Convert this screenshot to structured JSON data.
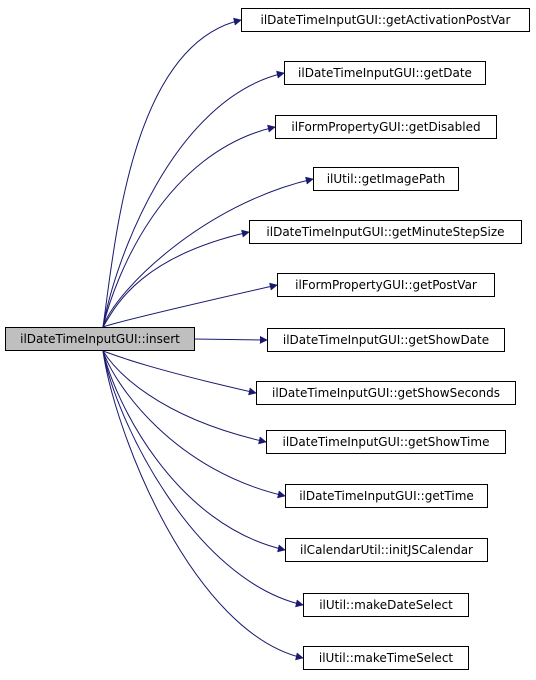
{
  "colors": {
    "edge": "#191970",
    "root_fill": "#bfbfbf",
    "node_fill": "#ffffff",
    "border": "#000000"
  },
  "root": {
    "label": "ilDateTimeInputGUI::insert"
  },
  "callees": [
    {
      "label": "ilDateTimeInputGUI::getActivationPostVar"
    },
    {
      "label": "ilDateTimeInputGUI::getDate"
    },
    {
      "label": "ilFormPropertyGUI::getDisabled"
    },
    {
      "label": "ilUtil::getImagePath"
    },
    {
      "label": "ilDateTimeInputGUI::getMinuteStepSize"
    },
    {
      "label": "ilFormPropertyGUI::getPostVar"
    },
    {
      "label": "ilDateTimeInputGUI::getShowDate"
    },
    {
      "label": "ilDateTimeInputGUI::getShowSeconds"
    },
    {
      "label": "ilDateTimeInputGUI::getShowTime"
    },
    {
      "label": "ilDateTimeInputGUI::getTime"
    },
    {
      "label": "ilCalendarUtil::initJSCalendar"
    },
    {
      "label": "ilUtil::makeDateSelect"
    },
    {
      "label": "ilUtil::makeTimeSelect"
    }
  ]
}
